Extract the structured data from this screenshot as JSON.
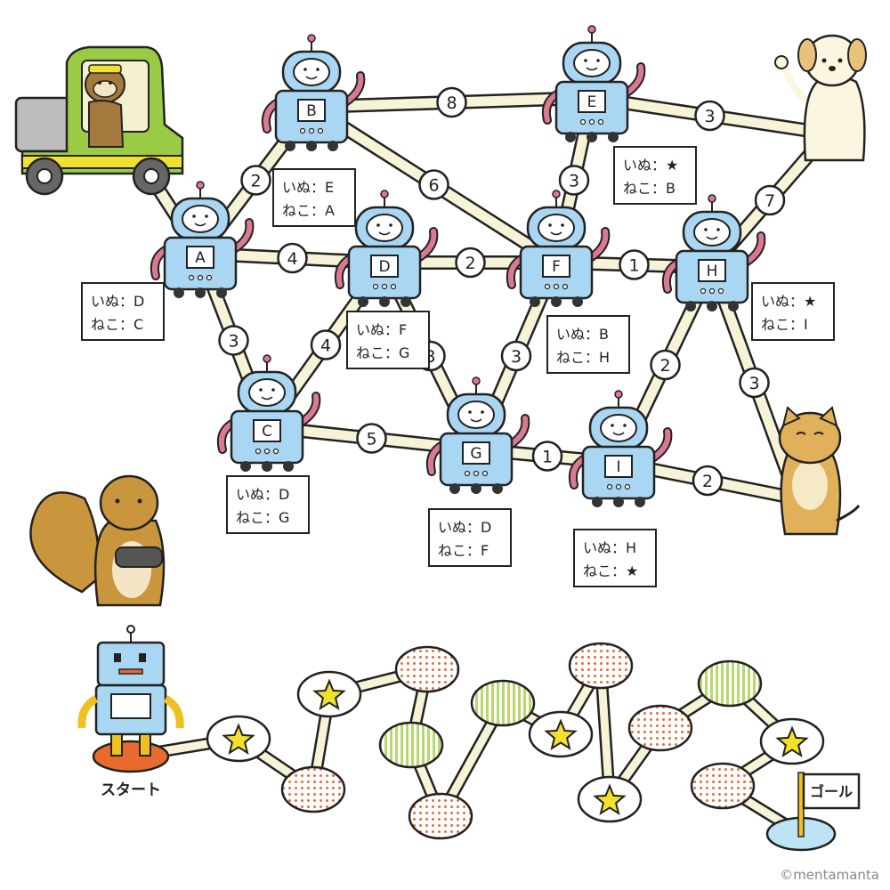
{
  "colors": {
    "robot_body": "#a9d6f2",
    "outline": "#222222",
    "path": "#f6f3d6",
    "arm": "#d97a92",
    "star": "#f2e12a",
    "dots": "#e0703a",
    "stripes": "#b7d86a",
    "start_pad": "#e86a2c",
    "goal_pad": "#bde3f5"
  },
  "robots": [
    {
      "id": "A",
      "dog": "D",
      "cat": "C"
    },
    {
      "id": "B",
      "dog": "E",
      "cat": "A"
    },
    {
      "id": "C",
      "dog": "D",
      "cat": "G"
    },
    {
      "id": "D",
      "dog": "F",
      "cat": "G"
    },
    {
      "id": "E",
      "dog": "★",
      "cat": "B"
    },
    {
      "id": "F",
      "dog": "B",
      "cat": "H"
    },
    {
      "id": "G",
      "dog": "D",
      "cat": "F"
    },
    {
      "id": "H",
      "dog": "★",
      "cat": "I"
    },
    {
      "id": "I",
      "dog": "H",
      "cat": "★"
    }
  ],
  "prefix": {
    "dog": "いぬ：",
    "cat": "ねこ："
  },
  "edges": [
    {
      "from": "start",
      "to": "A",
      "weight": ""
    },
    {
      "from": "A",
      "to": "B",
      "weight": "2"
    },
    {
      "from": "A",
      "to": "D",
      "weight": "4"
    },
    {
      "from": "A",
      "to": "C",
      "weight": "3"
    },
    {
      "from": "B",
      "to": "E",
      "weight": "8"
    },
    {
      "from": "B",
      "to": "F",
      "weight": "6"
    },
    {
      "from": "E",
      "to": "dog",
      "weight": "3"
    },
    {
      "from": "E",
      "to": "F",
      "weight": "3"
    },
    {
      "from": "D",
      "to": "F",
      "weight": "2"
    },
    {
      "from": "D",
      "to": "C",
      "weight": "4"
    },
    {
      "from": "D",
      "to": "G",
      "weight": "3"
    },
    {
      "from": "F",
      "to": "H",
      "weight": "1"
    },
    {
      "from": "F",
      "to": "G",
      "weight": "3"
    },
    {
      "from": "H",
      "to": "dog",
      "weight": "7"
    },
    {
      "from": "H",
      "to": "I",
      "weight": "2"
    },
    {
      "from": "H",
      "to": "cat",
      "weight": "3"
    },
    {
      "from": "C",
      "to": "G",
      "weight": "5"
    },
    {
      "from": "G",
      "to": "I",
      "weight": "1"
    },
    {
      "from": "I",
      "to": "cat",
      "weight": "2"
    }
  ],
  "board": {
    "start_label": "スタート",
    "goal_label": "ゴール",
    "spaces": [
      "start",
      "star",
      "dots",
      "star",
      "dots",
      "stripes",
      "dots",
      "stripes",
      "star",
      "dots",
      "star",
      "dots",
      "stripes",
      "star",
      "dots",
      "goal"
    ]
  },
  "credit": "©mentamanta"
}
